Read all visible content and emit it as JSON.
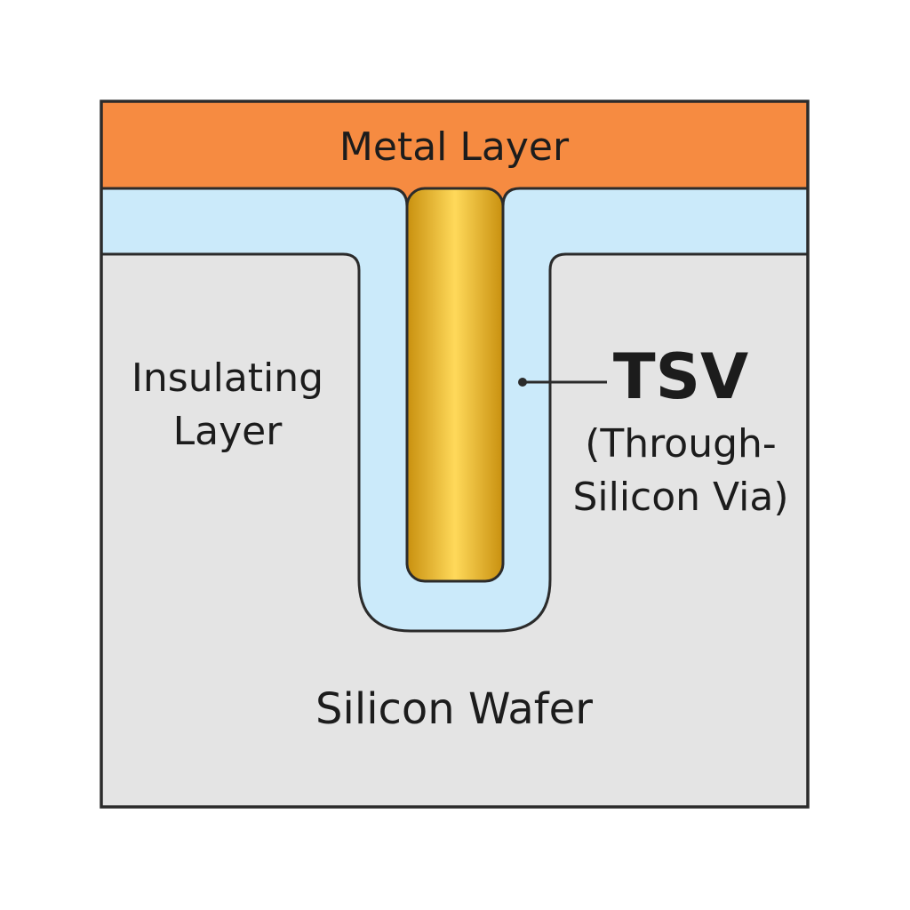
{
  "labels": {
    "metal_layer": "Metal Layer",
    "insulating_line1": "Insulating",
    "insulating_line2": "Layer",
    "tsv": "TSV",
    "tsv_full_line1": "(Through-",
    "tsv_full_line2": "Silicon Via)",
    "silicon_wafer": "Silicon Wafer"
  },
  "colors": {
    "metal_layer": "#f68b41",
    "insulator": "#cbeafa",
    "silicon_wafer": "#e4e4e4",
    "via_gold_dark": "#c8900f",
    "via_gold_light": "#ffd95a",
    "outline": "#2b2b2b"
  }
}
